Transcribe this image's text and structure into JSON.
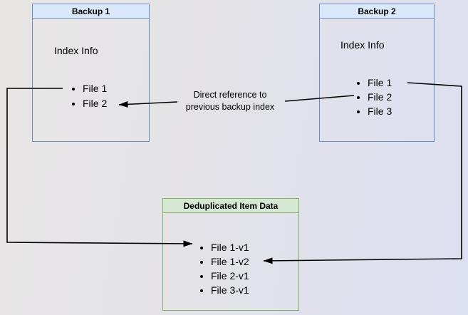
{
  "diagram": {
    "backup1": {
      "title": "Backup 1",
      "section_label": "Index Info",
      "items": [
        "File 1",
        "File 2"
      ]
    },
    "backup2": {
      "title": "Backup 2",
      "section_label": "Index Info",
      "items": [
        "File 1",
        "File 2",
        "File 3"
      ]
    },
    "dedup": {
      "title": "Deduplicated Item Data",
      "items": [
        "File 1-v1",
        "File 1-v2",
        "File 2-v1",
        "File 3-v1"
      ]
    },
    "annotation": {
      "line1": "Direct reference to",
      "line2": "previous backup index"
    }
  },
  "colors": {
    "node-blue-fill": "#dae8fc",
    "node-blue-border": "#6c8ebf",
    "node-green-fill": "#d5e8d4",
    "node-green-border": "#82b366",
    "arrow": "#000000",
    "bg-left": "#e8e6e5",
    "bg-right": "#dde0f2",
    "text": "#000000"
  }
}
